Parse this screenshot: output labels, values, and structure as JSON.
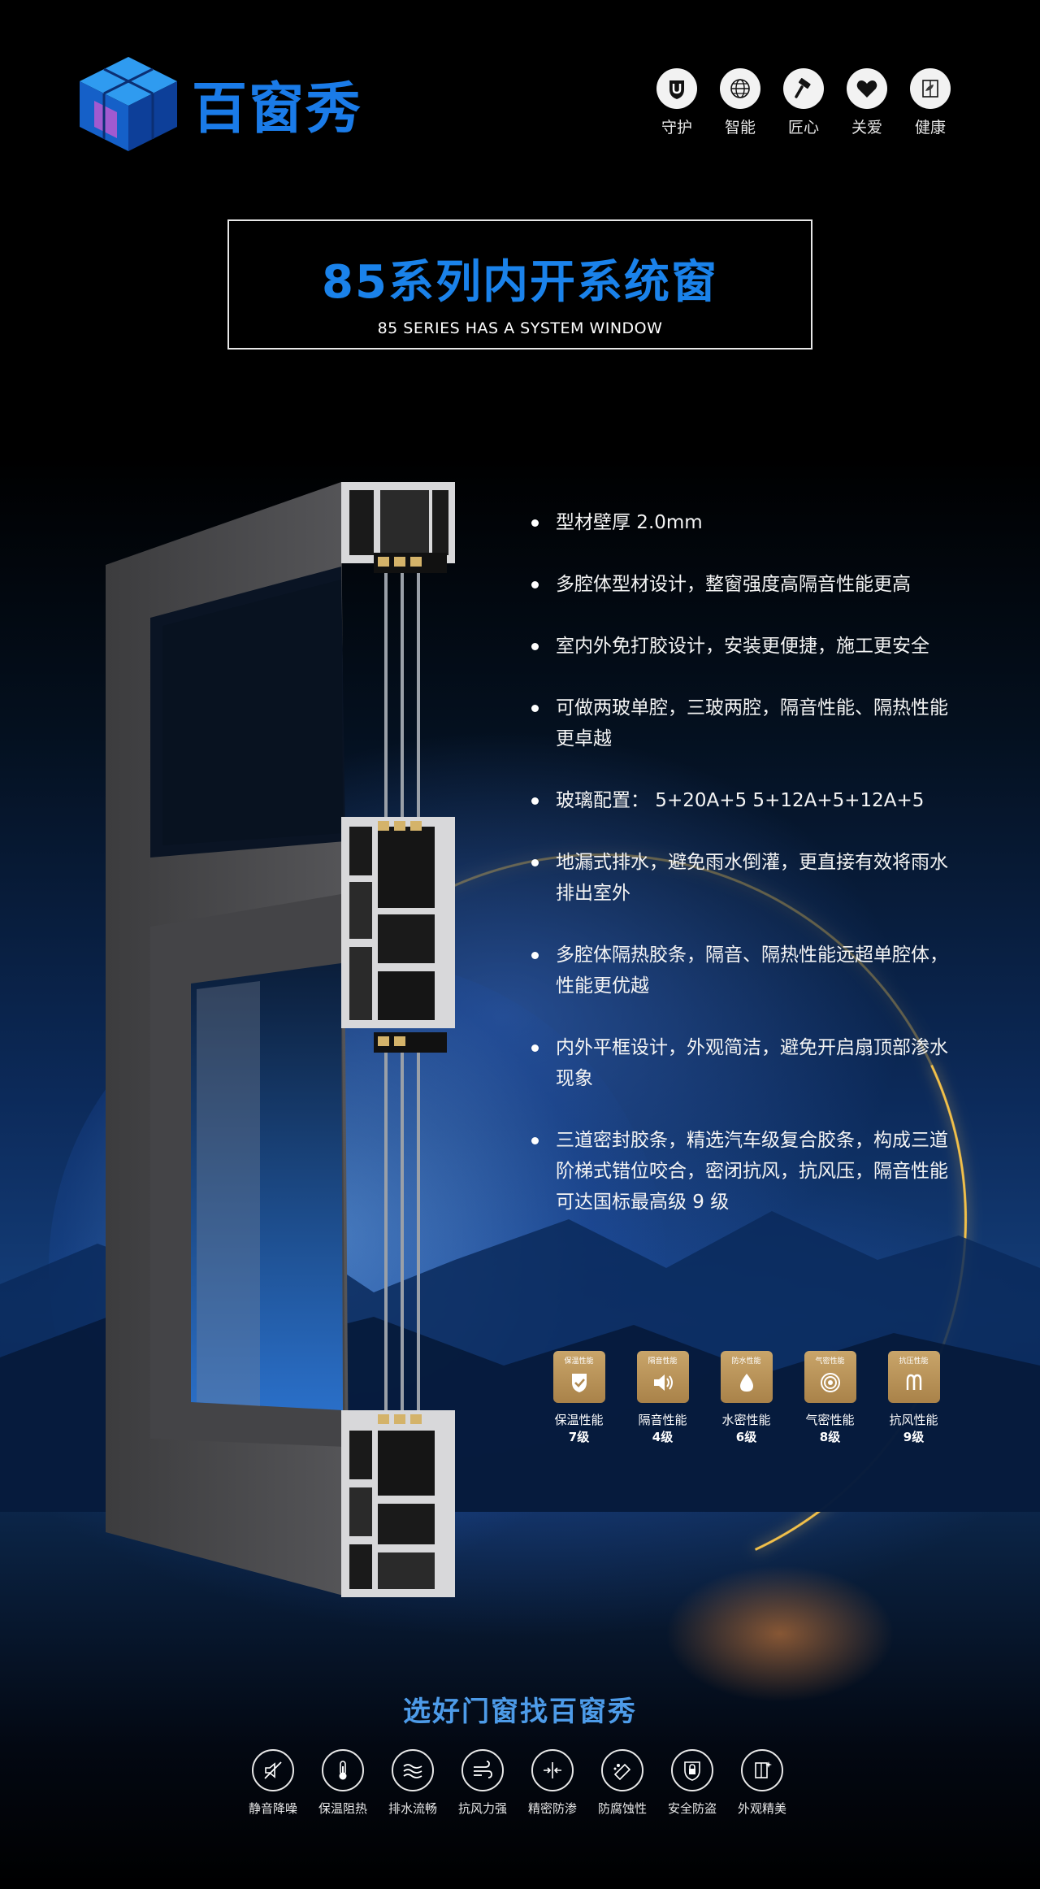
{
  "brand": {
    "name": "百窗秀",
    "primary_color": "#1a7be8"
  },
  "values": [
    {
      "label": "守护",
      "icon": "shield-u-icon"
    },
    {
      "label": "智能",
      "icon": "web-globe-icon"
    },
    {
      "label": "匠心",
      "icon": "hammer-icon"
    },
    {
      "label": "关爱",
      "icon": "heart-icon"
    },
    {
      "label": "健康",
      "icon": "leaf-window-icon"
    }
  ],
  "title": {
    "cn": "85系列内开系统窗",
    "en": "85 SERIES HAS A SYSTEM WINDOW"
  },
  "features": [
    "型材壁厚   2.0mm",
    "多腔体型材设计，整窗强度高隔音性能更高",
    "室内外免打胶设计，安装更便捷，施工更安全",
    "可做两玻单腔，三玻两腔，隔音性能、隔热性能更卓越",
    "玻璃配置：  5+20A+5     5+12A+5+12A+5",
    "地漏式排水，避免雨水倒灌，更直接有效将雨水排出室外",
    "多腔体隔热胶条，隔音、隔热性能远超单腔体，性能更优越",
    "内外平框设计，外观简洁，避免开启扇顶部渗水现象",
    "三道密封胶条，精选汽车级复合胶条，构成三道阶梯式错位咬合，密闭抗风，抗风压，隔音性能可达国标最高级 9 级"
  ],
  "performance": [
    {
      "badge": "保温性能",
      "name": "保温性能",
      "level": "7级",
      "icon": "shield-check-icon"
    },
    {
      "badge": "隔音性能",
      "name": "隔音性能",
      "level": "4级",
      "icon": "speaker-icon"
    },
    {
      "badge": "防水性能",
      "name": "水密性能",
      "level": "6级",
      "icon": "water-drop-icon"
    },
    {
      "badge": "气密性能",
      "name": "气密性能",
      "level": "8级",
      "icon": "rings-icon"
    },
    {
      "badge": "抗压性能",
      "name": "抗风性能",
      "level": "9级",
      "icon": "wind-pressure-icon"
    }
  ],
  "slogan": "选好门窗找百窗秀",
  "bottom_features": [
    {
      "label": "静音降噪",
      "icon": "mute-icon"
    },
    {
      "label": "保温阻热",
      "icon": "thermometer-icon"
    },
    {
      "label": "排水流畅",
      "icon": "water-waves-icon"
    },
    {
      "label": "抗风力强",
      "icon": "wind-swirl-icon"
    },
    {
      "label": "精密防渗",
      "icon": "compress-arrows-icon"
    },
    {
      "label": "防腐蚀性",
      "icon": "corrosion-icon"
    },
    {
      "label": "安全防盗",
      "icon": "lock-shield-icon"
    },
    {
      "label": "外观精美",
      "icon": "sparkle-window-icon"
    }
  ]
}
